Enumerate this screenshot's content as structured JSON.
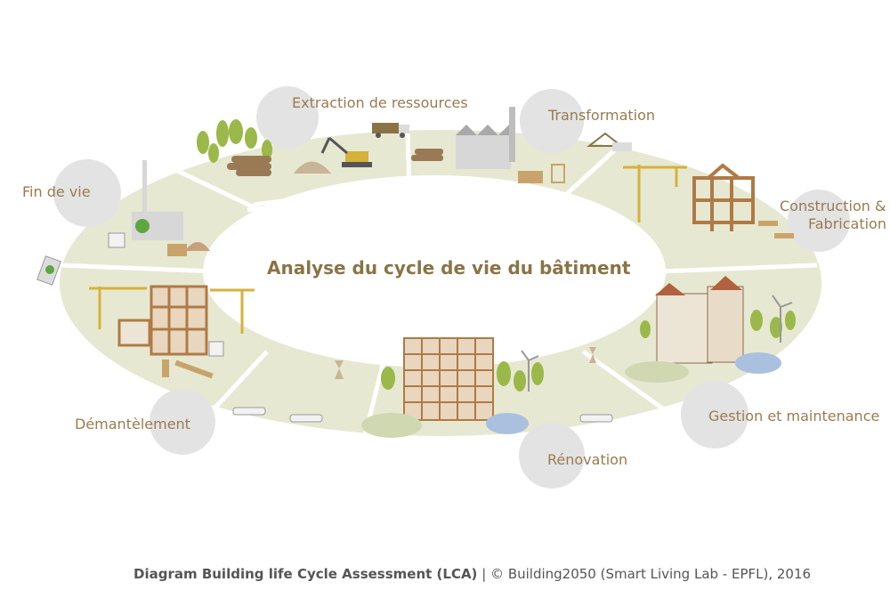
{
  "center_title": "Analyse du cycle de vie du bâtiment",
  "stages": {
    "extraction": "Extraction de ressources",
    "transformation": "Transformation",
    "construction_line1": "Construction &",
    "construction_line2": "Fabrication",
    "gestion": "Gestion et maintenance",
    "renovation": "Rénovation",
    "demantelement": "Démantèlement",
    "fin_de_vie": "Fin de vie"
  },
  "caption": {
    "title": "Diagram Building life Cycle Assessment (LCA)",
    "separator": "|",
    "credit": "© Building2050 (Smart Living Lab - EPFL), 2016"
  },
  "colors": {
    "ring": "#e6e8d2",
    "bubble": "#e3e3e3",
    "label": "#9a7b4f",
    "title": "#8a7445",
    "tree": "#9bb84a",
    "wood": "#b07a45"
  }
}
